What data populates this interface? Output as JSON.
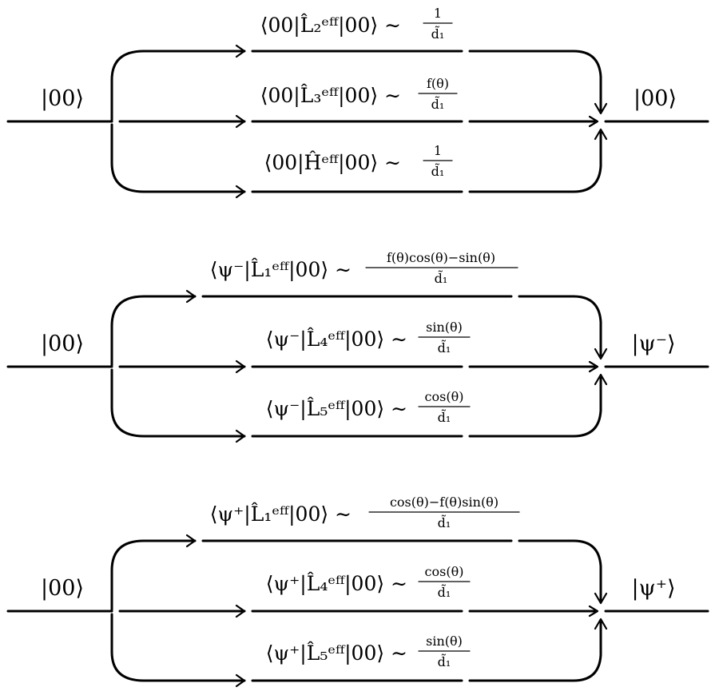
{
  "diagrams": [
    {
      "input_state": "|00⟩",
      "output_state": "|00⟩",
      "paths": [
        {
          "expr": "⟨00|L̂₂ᵉᶠᶠ|00⟩ ∼",
          "numerator": "1",
          "denominator": "d̃₁"
        },
        {
          "expr": "⟨00|L̂₃ᵉᶠᶠ|00⟩ ∼",
          "numerator": "f(θ)",
          "denominator": "d̃₁"
        },
        {
          "expr": "⟨00|Ĥᵉᶠᶠ|00⟩ ∼",
          "numerator": "1",
          "denominator": "d̃₁"
        }
      ]
    },
    {
      "input_state": "|00⟩",
      "output_state": "|ψ⁻⟩",
      "paths": [
        {
          "expr": "⟨ψ⁻|L̂₁ᵉᶠᶠ|00⟩ ∼",
          "numerator": "f(θ)cos(θ)−sin(θ)",
          "denominator": "d̃₁"
        },
        {
          "expr": "⟨ψ⁻|L̂₄ᵉᶠᶠ|00⟩ ∼",
          "numerator": "sin(θ)",
          "denominator": "d̃₁"
        },
        {
          "expr": "⟨ψ⁻|L̂₅ᵉᶠᶠ|00⟩ ∼",
          "numerator": "cos(θ)",
          "denominator": "d̃₁"
        }
      ]
    },
    {
      "input_state": "|00⟩",
      "output_state": "|ψ⁺⟩",
      "paths": [
        {
          "expr": "⟨ψ⁺|L̂₁ᵉᶠᶠ|00⟩ ∼",
          "numerator": "cos(θ)−f(θ)sin(θ)",
          "denominator": "d̃₁"
        },
        {
          "expr": "⟨ψ⁺|L̂₄ᵉᶠᶠ|00⟩ ∼",
          "numerator": "cos(θ)",
          "denominator": "d̃₁"
        },
        {
          "expr": "⟨ψ⁺|L̂₅ᵉᶠᶠ|00⟩ ∼",
          "numerator": "sin(θ)",
          "denominator": "d̃₁"
        }
      ]
    }
  ]
}
